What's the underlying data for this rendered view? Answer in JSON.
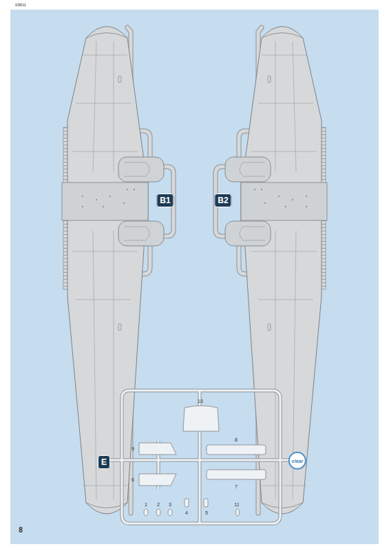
{
  "diagram": {
    "nodes": [
      {
        "text": [
          "B1"
        ]
      },
      {
        "text": [
          "B2"
        ]
      },
      {
        "text": [
          "E"
        ]
      },
      {
        "text": [
          "clear"
        ]
      }
    ],
    "labels": [
      "03811",
      "10",
      "9",
      "8",
      "6",
      "7",
      "1",
      "2",
      "3",
      "4",
      "5",
      "11",
      "8"
    ]
  }
}
